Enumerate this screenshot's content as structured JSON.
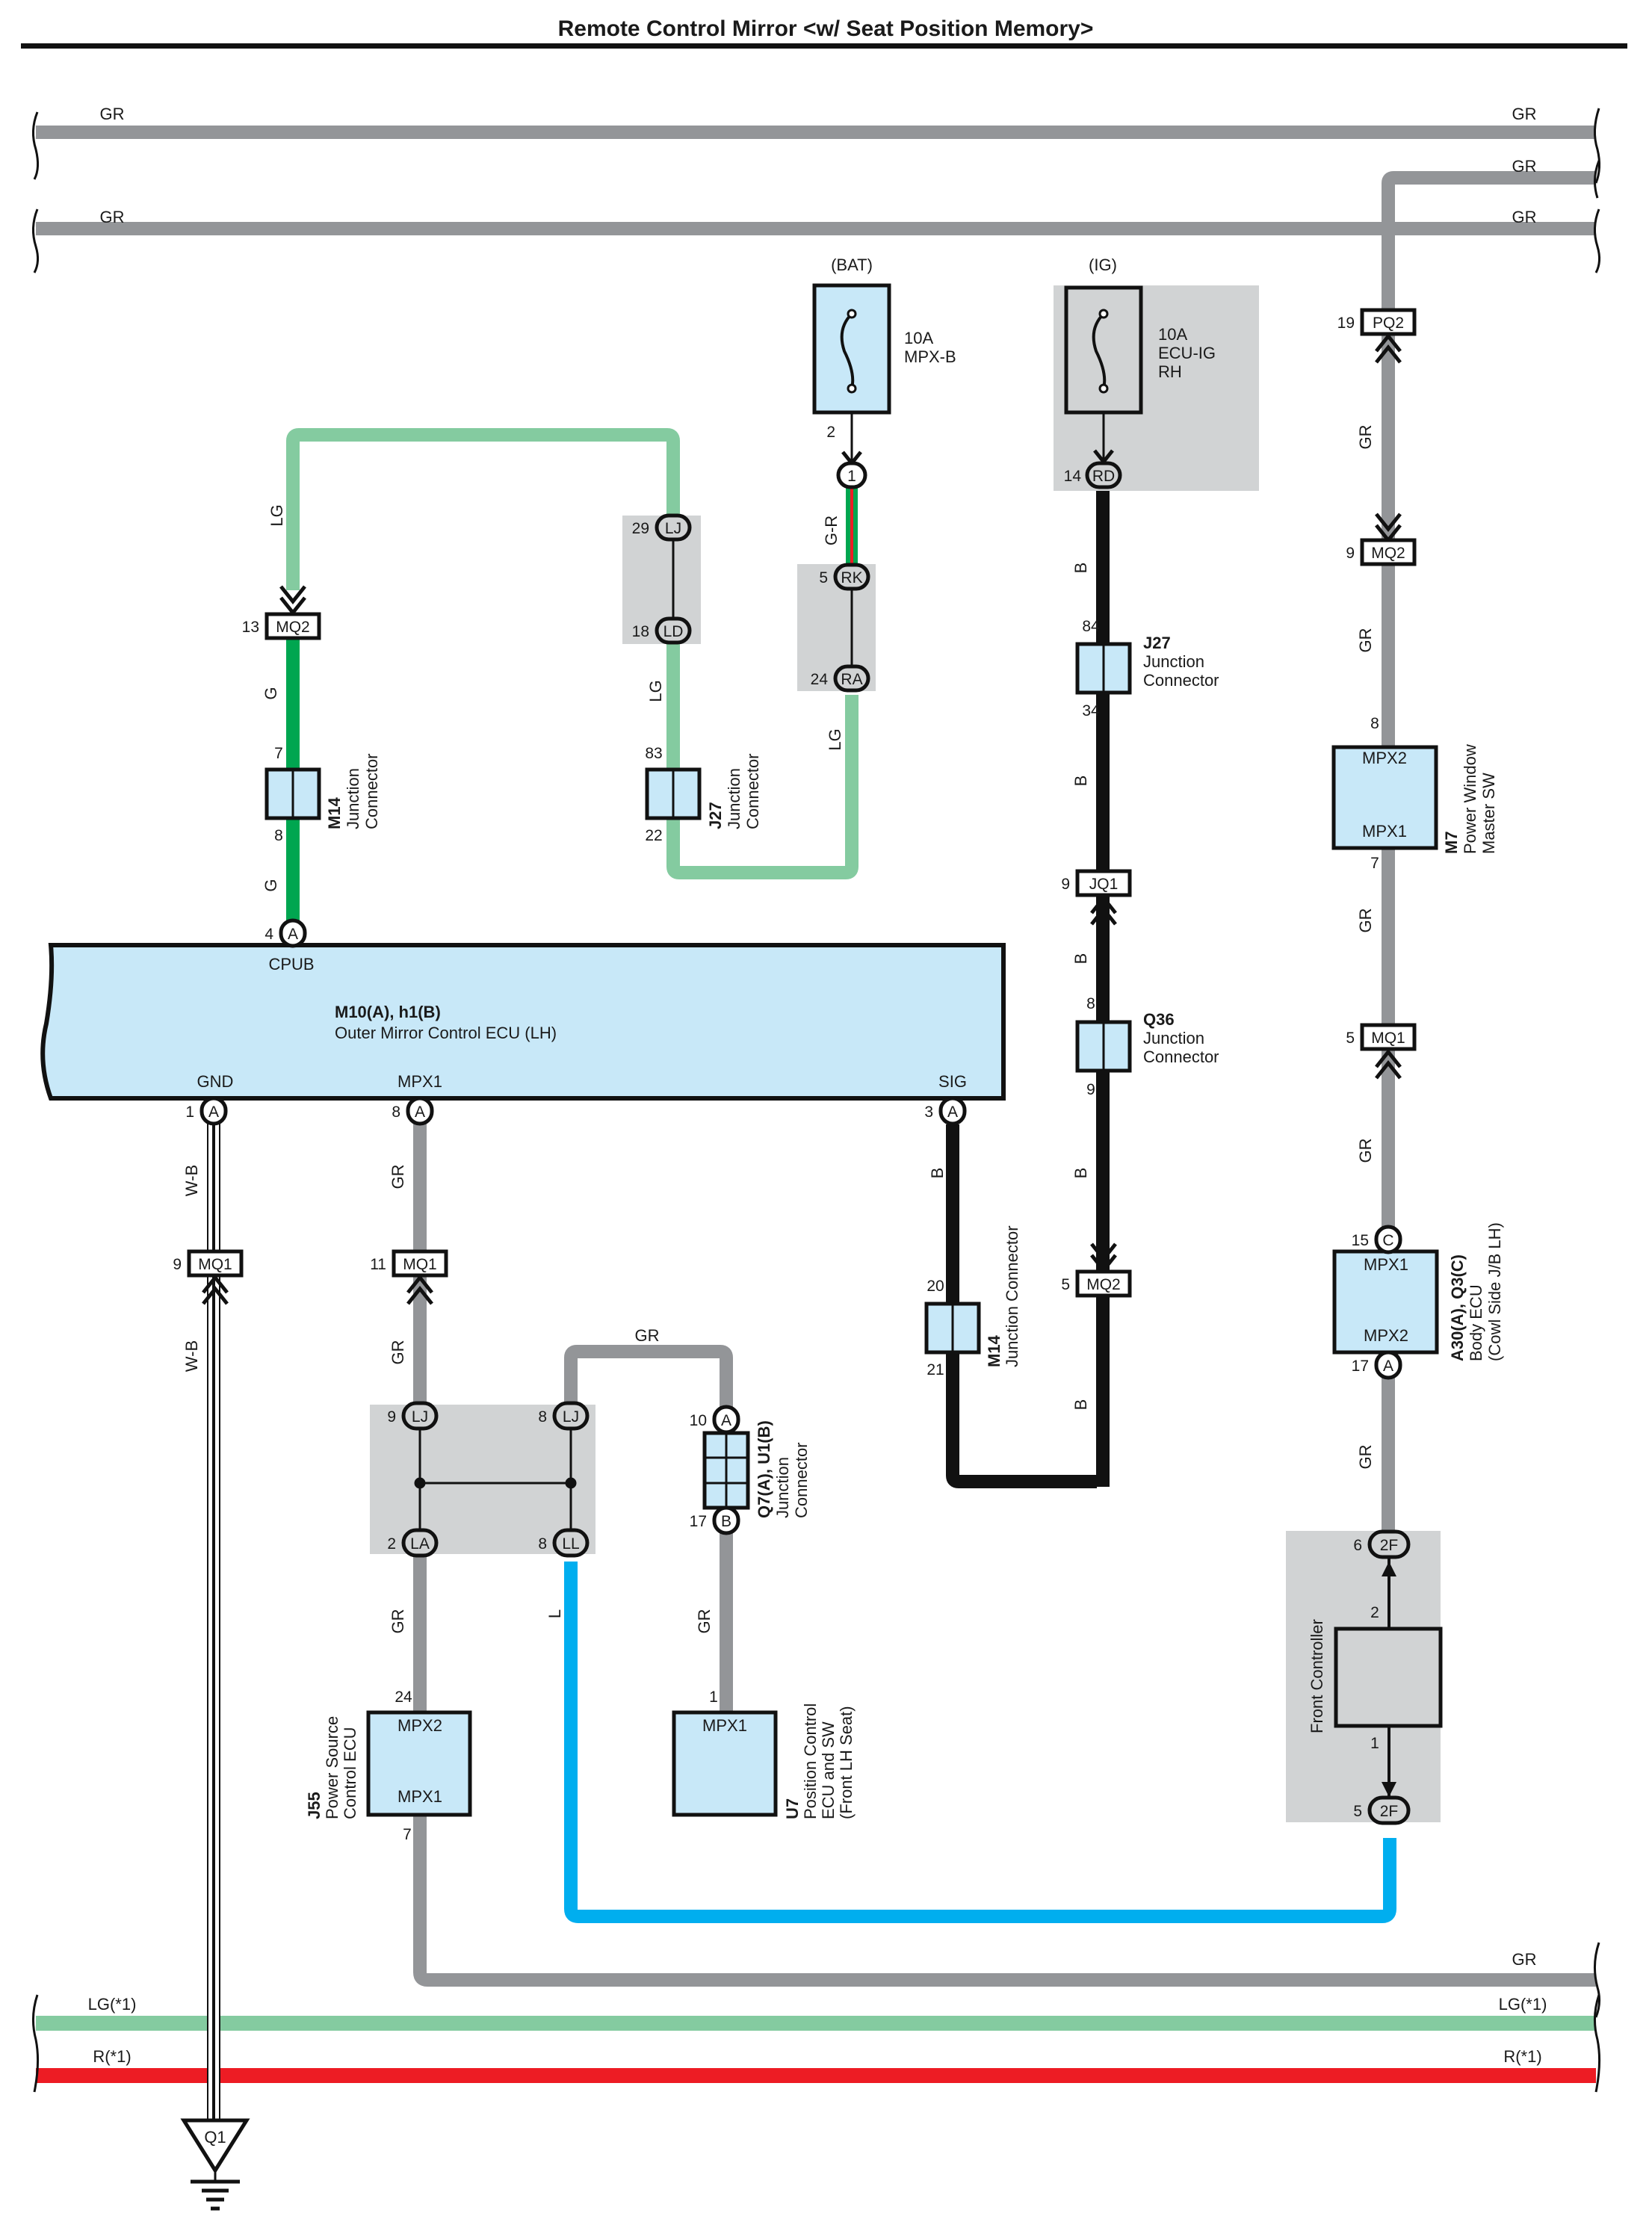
{
  "title": "Remote Control Mirror <w/ Seat Position Memory>",
  "colors": {
    "GR": "#939598",
    "LG": "#84cba0",
    "G": "#00a650",
    "B": "#111111",
    "L": "#00aeef",
    "R": "#ed1c24",
    "component_fill": "#c8e8f8",
    "junction_block": "#d1d3d4"
  },
  "bus_lines": [
    {
      "color": "GR",
      "label_left": "GR",
      "label_right": "GR"
    },
    {
      "color": "GR",
      "label_right": "GR"
    },
    {
      "color": "GR",
      "label_left": "GR",
      "label_right": "GR"
    },
    {
      "color": "GR",
      "label_right": "GR"
    },
    {
      "color": "LG",
      "label_left": "LG(*1)",
      "label_right": "LG(*1)"
    },
    {
      "color": "R",
      "label_left": "R(*1)",
      "label_right": "R(*1)"
    }
  ],
  "fuses": {
    "bat": {
      "source": "(BAT)",
      "rating": "10A",
      "name": "MPX-B",
      "pin_out": "2"
    },
    "ig": {
      "source": "(IG)",
      "rating": "10A",
      "name_line1": "ECU-IG",
      "name_line2": "RH"
    }
  },
  "connectors": {
    "c_1": {
      "code": "1"
    },
    "rk": {
      "pin": "5",
      "code": "RK"
    },
    "ra": {
      "pin": "24",
      "code": "RA"
    },
    "rd": {
      "pin": "14",
      "code": "RD"
    },
    "lj29": {
      "pin": "29",
      "code": "LJ"
    },
    "ld18": {
      "pin": "18",
      "code": "LD"
    },
    "mq2_13": {
      "pin": "13",
      "code": "MQ2"
    },
    "pq2_19": {
      "pin": "19",
      "code": "PQ2"
    },
    "mq2_9": {
      "pin": "9",
      "code": "MQ2"
    },
    "jq1_9": {
      "pin": "9",
      "code": "JQ1"
    },
    "mq1_5": {
      "pin": "5",
      "code": "MQ1"
    },
    "mq2_5": {
      "pin": "5",
      "code": "MQ2"
    },
    "mq1_9": {
      "pin": "9",
      "code": "MQ1"
    },
    "mq1_11": {
      "pin": "11",
      "code": "MQ1"
    },
    "lj9": {
      "pin": "9",
      "code": "LJ"
    },
    "lj8": {
      "pin": "8",
      "code": "LJ"
    },
    "la2": {
      "pin": "2",
      "code": "LA"
    },
    "ll8": {
      "pin": "8",
      "code": "LL"
    },
    "f2_6": {
      "pin": "6",
      "code": "2F"
    },
    "f2_5": {
      "pin": "5",
      "code": "2F"
    },
    "ecu_cpub": {
      "pin": "4",
      "code": "A"
    },
    "ecu_gnd": {
      "pin": "1",
      "code": "A"
    },
    "ecu_mpx1": {
      "pin": "8",
      "code": "A"
    },
    "ecu_sig": {
      "pin": "3",
      "code": "A"
    },
    "body_c": {
      "pin": "15",
      "code": "C"
    },
    "body_a": {
      "pin": "17",
      "code": "A"
    },
    "q7_a": {
      "pin": "10",
      "code": "A"
    },
    "q7_b": {
      "pin": "17",
      "code": "B"
    }
  },
  "junctions": {
    "m14_top": {
      "id": "M14",
      "desc1": "Junction",
      "desc2": "Connector",
      "pin_top": "7",
      "pin_bottom": "8"
    },
    "j27_left": {
      "id": "J27",
      "desc1": "Junction",
      "desc2": "Connector",
      "pin_top": "83",
      "pin_bottom": "22"
    },
    "j27_right": {
      "id": "J27",
      "desc1": "Junction",
      "desc2": "Connector",
      "pin_top": "84",
      "pin_bottom": "34"
    },
    "q36": {
      "id": "Q36",
      "desc1": "Junction",
      "desc2": "Connector",
      "pin_top": "8",
      "pin_bottom": "9"
    },
    "m14_low": {
      "id": "M14",
      "desc1": "Junction Connector",
      "pin_top": "20",
      "pin_bottom": "21"
    },
    "q7u1": {
      "id": "Q7(A), U1(B)",
      "desc1": "Junction",
      "desc2": "Connector"
    }
  },
  "components": {
    "ecu": {
      "id": "M10(A), h1(B)",
      "name": "Outer Mirror Control ECU (LH)",
      "pins": {
        "cpub": "CPUB",
        "gnd": "GND",
        "mpx1": "MPX1",
        "sig": "SIG"
      }
    },
    "m7": {
      "id": "M7",
      "name1": "Power Window",
      "name2": "Master SW",
      "t1": "MPX2",
      "t2": "MPX1",
      "pin_top": "8",
      "pin_bottom": "7"
    },
    "body": {
      "id": "A30(A), Q3(C)",
      "name1": "Body ECU",
      "name2": "(Cowl Side J/B LH)",
      "t1": "MPX1",
      "t2": "MPX2"
    },
    "j55": {
      "id": "J55",
      "name1": "Power Source",
      "name2": "Control ECU",
      "t1": "MPX2",
      "t2": "MPX1",
      "pin_top": "24",
      "pin_bottom": "7"
    },
    "u7": {
      "id": "U7",
      "name1": "Position Control",
      "name2": "ECU and SW",
      "name3": "(Front LH Seat)",
      "t1": "MPX1",
      "pin_top": "1"
    },
    "front": {
      "name": "Front Controller",
      "pin_top": "2",
      "pin_bottom": "1"
    }
  },
  "ground": {
    "code": "Q1"
  },
  "wire_labels": {
    "lg": "LG",
    "g": "G",
    "gr": "GR",
    "b": "B",
    "wb": "W-B",
    "gr_r": "G-R",
    "l": "L"
  }
}
